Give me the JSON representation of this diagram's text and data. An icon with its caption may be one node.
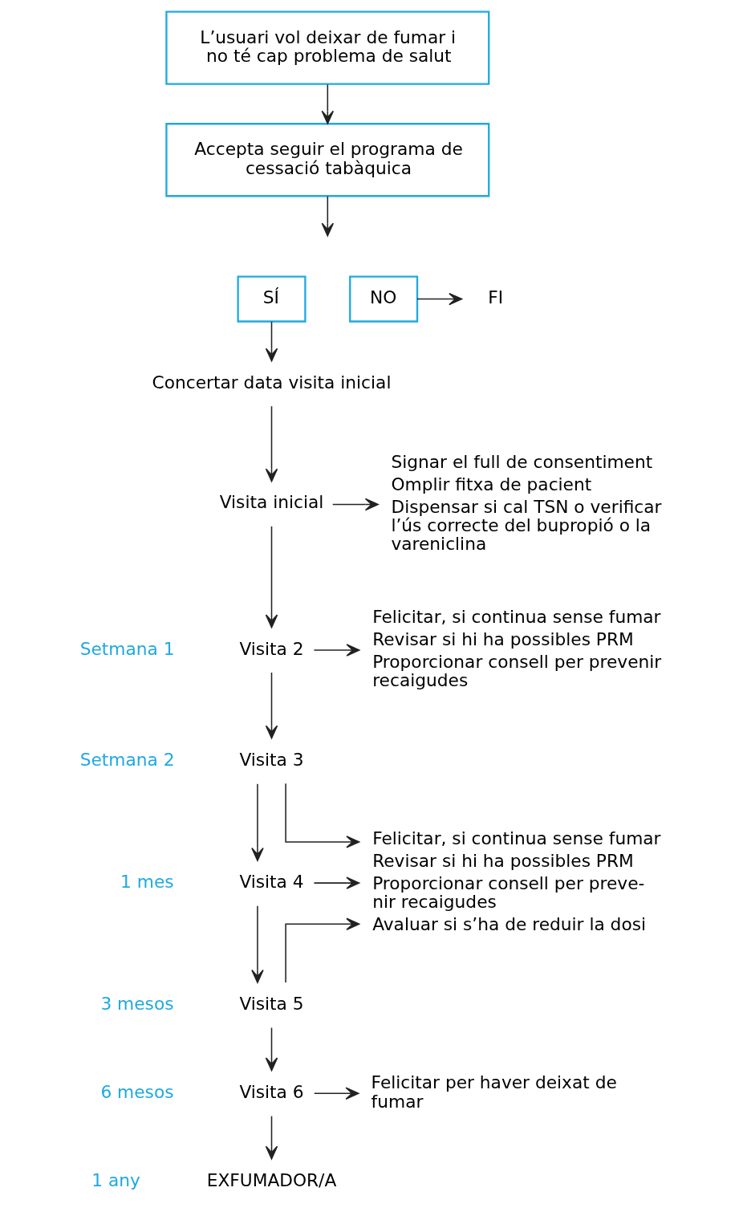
{
  "diagram": {
    "nodes": [
      {
        "text": [
          "L’usuari vol deixar de fumar i no té cap problema de salut"
        ]
      },
      {
        "text": [
          "Accepta seguir el programa de cessació tabàquica"
        ]
      },
      {
        "text": [
          "SÍ"
        ]
      },
      {
        "text": [
          "NO"
        ]
      },
      {
        "text": [
          "FI"
        ]
      },
      {
        "text": [
          "Concertar data visita inicial"
        ]
      },
      {
        "text": [
          "Visita inicial"
        ]
      },
      {
        "text": [
          "Signar el full de consentiment",
          "Omplir fitxa de pacient",
          "Dispensar si cal TSN o verificar l’ús correcte del bupropió o la vareniclina"
        ]
      },
      {
        "text": [
          "Visita 2"
        ],
        "beside": [
          "Setmana 1"
        ]
      },
      {
        "text": [
          "Felicitar, si continua sense fumar",
          "Revisar si hi ha possibles PRM",
          "Proporcionar consell per prevenir recaigudes"
        ]
      },
      {
        "text": [
          "Visita 3"
        ],
        "beside": [
          "Setmana 2"
        ]
      },
      {
        "text": [
          "Visita 4"
        ],
        "beside": [
          "1 mes"
        ]
      },
      {
        "text": [
          "Felicitar, si continua sense fumar",
          "Revisar si hi ha possibles PRM",
          "Proporcionar consell per preve- nir recaigudes",
          "Avaluar si s’ha de reduir la dosi"
        ]
      },
      {
        "text": [
          "Visita 5"
        ],
        "beside": [
          "3 mesos"
        ]
      },
      {
        "text": [
          "Visita 6"
        ],
        "beside": [
          "6 mesos"
        ]
      },
      {
        "text": [
          "Felicitar per haver deixat de fumar"
        ]
      },
      {
        "text": [
          "EXFUMADOR/A"
        ],
        "beside": [
          "1 any"
        ]
      }
    ],
    "edges": [
      {
        "from": 0,
        "to": 1,
        "arrow": "to"
      },
      {
        "from": 1,
        "to": null,
        "arrow": "to"
      },
      {
        "from": 3,
        "to": 4,
        "arrow": "to"
      },
      {
        "from": 2,
        "to": 5,
        "arrow": "to"
      },
      {
        "from": 5,
        "to": 6,
        "arrow": "to"
      },
      {
        "from": 6,
        "to": 7,
        "arrow": "to"
      },
      {
        "from": 6,
        "to": 8,
        "arrow": "to"
      },
      {
        "from": 8,
        "to": 9,
        "arrow": "to"
      },
      {
        "from": 8,
        "to": 10,
        "arrow": "to"
      },
      {
        "from": 10,
        "to": 12,
        "arrow": "to"
      },
      {
        "from": 10,
        "to": 11,
        "arrow": "to"
      },
      {
        "from": 11,
        "to": 12,
        "arrow": "to"
      },
      {
        "from": 11,
        "to": 13,
        "arrow": "to"
      },
      {
        "from": 13,
        "to": 12,
        "arrow": "to"
      },
      {
        "from": 13,
        "to": 14,
        "arrow": "to"
      },
      {
        "from": 14,
        "to": 15,
        "arrow": "to"
      },
      {
        "from": 14,
        "to": 16,
        "arrow": "to"
      }
    ]
  }
}
